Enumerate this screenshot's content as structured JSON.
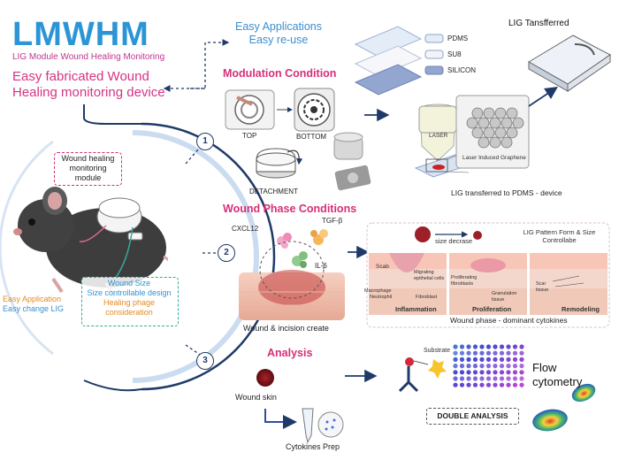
{
  "header": {
    "logo": "LMWHM",
    "subtitle": "LIG Module Wound Healing Monitoring",
    "device_title": "Easy fabricated Wound Healing monitoring device",
    "easy_apps": "Easy Applications Easy re-use"
  },
  "modulation": {
    "title": "Modulation Condition",
    "top_label": "TOP",
    "bottom_label": "BOTTOM",
    "detachment_label": "DETACHMENT"
  },
  "layers": {
    "items": [
      {
        "label": "PDMS",
        "color": "#e4ecf7"
      },
      {
        "label": "SU8",
        "color": "#f4f4f8"
      },
      {
        "label": "SILICON",
        "color": "#93a6cf"
      }
    ],
    "laser_label": "LASER",
    "graphene_label": "Laser Induced Graphene",
    "transferred_title": "LIG Tansfferred",
    "transferred_caption": "LIG transferred to PDMS - device"
  },
  "mouse": {
    "wound_healing_module": "Wound healing monitoring module",
    "wound_size_line1": "Wound Size",
    "wound_size_line2": "Size controllable design",
    "wound_size_line3": "Healing phage consideration",
    "easy_application": "Easy Application",
    "easy_change": "Easy change LIG"
  },
  "steps": [
    "1",
    "2",
    "3"
  ],
  "phase": {
    "title": "Wound Phase Conditions",
    "cxcl12": "CXCL12",
    "tgfb": "TGF-β",
    "il6": "IL-6",
    "wound_caption": "Wound & incision create",
    "size_decrease": "size decrase",
    "pattern_note": "LIG Pattern Form & Size Controllabe",
    "panel_caption": "Wound phase - dominant cytokines",
    "panels": [
      "Inflammation",
      "Proliferation",
      "Remodeling"
    ],
    "annotations": {
      "scab": "Scab",
      "migrating": "Migrating epithelial cells",
      "macrophage": "Macrophage",
      "neutrophil": "Neutrophil",
      "fibroblast": "Fibroblast",
      "proliferating": "Proliferating fibroblasts",
      "granulation": "Granulation tissue",
      "scar": "Scar tissue"
    }
  },
  "analysis": {
    "title": "Analysis",
    "wound_skin": "Wound skin",
    "cytokines_prep": "Cytokines Prep",
    "substrate": "Substrate",
    "double_analysis": "DOUBLE ANALYSIS",
    "flow_cytometry": "Flow cytometry"
  },
  "colors": {
    "brand_blue": "#2b95d6",
    "pink": "#d63384",
    "navy": "#1f3a68",
    "teal": "#30a99a",
    "orange": "#e58a1f"
  }
}
